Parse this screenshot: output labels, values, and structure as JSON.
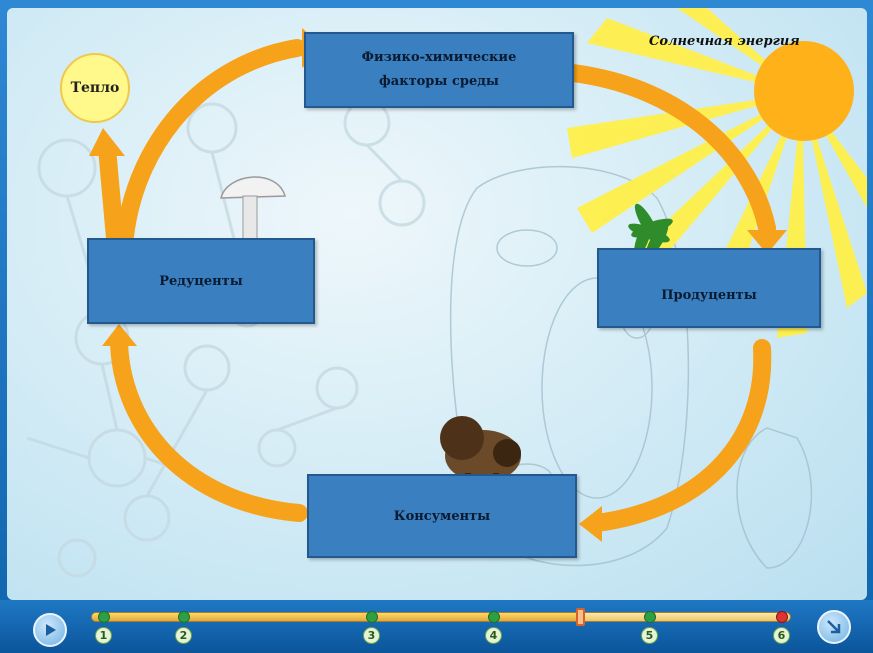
{
  "diagram": {
    "factors_line1": "Физико-химические",
    "factors_line2": "факторы среды",
    "producers": "Продуценты",
    "reducers": "Редуценты",
    "consumers": "Консументы",
    "heat": "Тепло",
    "sun_label": "Солнечная энергия"
  },
  "player": {
    "steps": [
      "1",
      "2",
      "3",
      "4",
      "5",
      "6"
    ],
    "progress_fraction": 0.7
  },
  "colors": {
    "box_fill": "#3a7fc0",
    "arrow": "#f6a21a",
    "sun": "#ffb11a",
    "heat_circle": "#fff88a"
  },
  "icons": {
    "play": "play-icon",
    "next": "next-arrow-icon"
  }
}
